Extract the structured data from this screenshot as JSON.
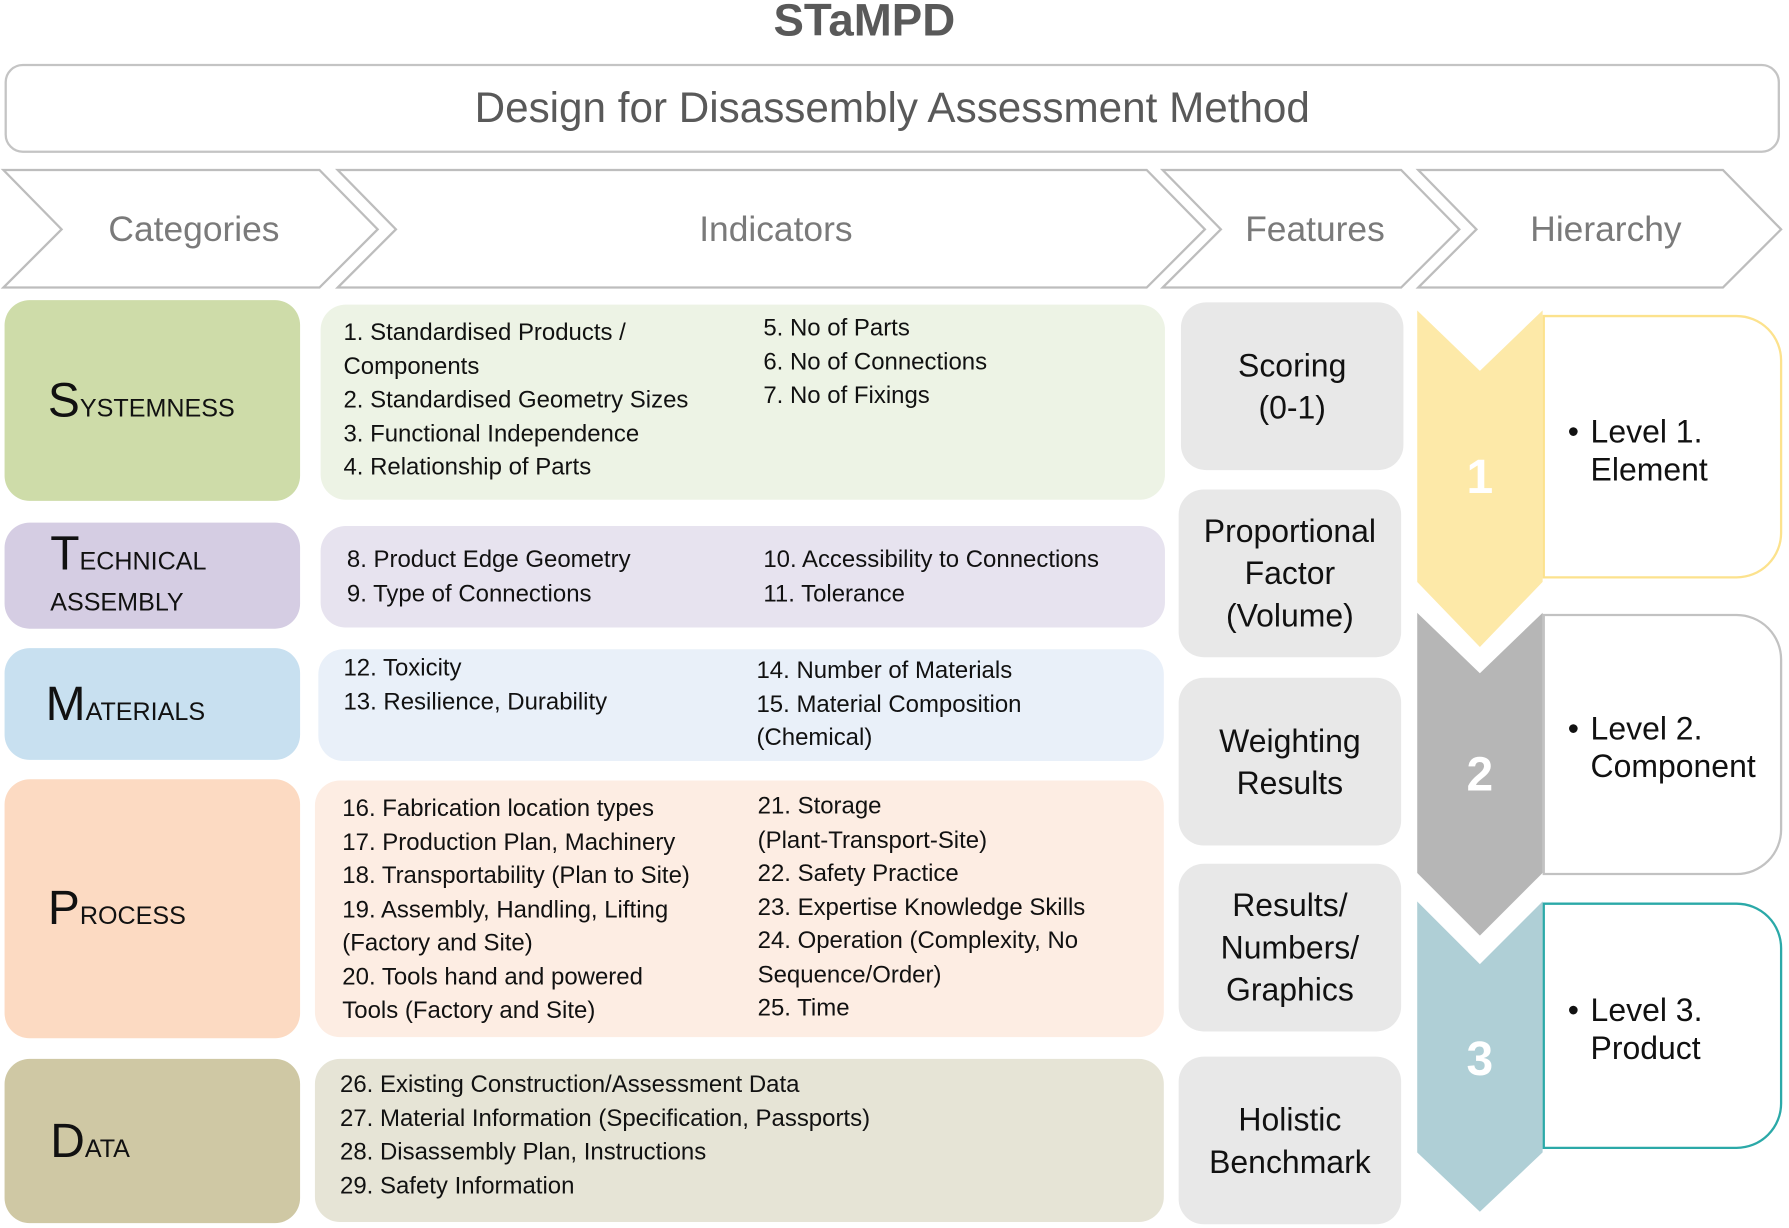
{
  "title": "STaMPD",
  "subtitle": "Design for Disassembly Assessment Method",
  "headers": [
    "Categories",
    "Indicators",
    "Features",
    "Hierarchy"
  ],
  "categories": [
    {
      "first": "S",
      "rest": "ystemness",
      "color": "#cedca9",
      "ind_bg": "#edf3e5",
      "col1": "1. Standardised Products /\nComponents\n2. Standardised Geometry Sizes\n3. Functional Independence\n4. Relationship of Parts",
      "col2": "5. No of Parts\n6. No of Connections\n7. No of Fixings"
    },
    {
      "first": "T",
      "rest": "echnical\nassembly",
      "color": "#d5cde3",
      "ind_bg": "#e7e3ef",
      "col1": "8. Product Edge Geometry\n9. Type of Connections",
      "col2": "10. Accessibility to Connections\n11. Tolerance"
    },
    {
      "first": "M",
      "rest": "aterials",
      "color": "#c8e0f0",
      "ind_bg": "#e9f0f9",
      "col1": "12. Toxicity\n13. Resilience, Durability",
      "col2": "14. Number of Materials\n15. Material Composition\n(Chemical)"
    },
    {
      "first": "P",
      "rest": "rocess",
      "color": "#fcdac2",
      "ind_bg": "#fdede3",
      "col1": "16. Fabrication location types\n17. Production Plan, Machinery\n18. Transportability (Plan to Site)\n19. Assembly, Handling, Lifting\n(Factory and Site)\n20. Tools hand and powered\nTools (Factory and Site)",
      "col2": "21. Storage\n (Plant-Transport-Site)\n22. Safety Practice\n23. Expertise Knowledge Skills\n24. Operation (Complexity, No\nSequence/Order)\n25. Time"
    },
    {
      "first": "D",
      "rest": "ata",
      "color": "#cfc8a4",
      "ind_bg": "#e6e4d6",
      "col1": "26. Existing Construction/Assessment Data\n27. Material Information (Specification, Passports)\n28. Disassembly Plan, Instructions\n29. Safety Information",
      "col2": ""
    }
  ],
  "features": [
    "Scoring\n(0-1)",
    "Proportional\nFactor\n(Volume)",
    "Weighting\nResults",
    "Results/\nNumbers/\nGraphics",
    "Holistic\nBenchmark"
  ],
  "hierarchy": [
    {
      "num": "1",
      "line1": "Level 1.",
      "line2": "Element",
      "color": "#fde9a8",
      "border": "#fce28d"
    },
    {
      "num": "2",
      "line1": "Level 2.",
      "line2": "Component",
      "color": "#b6b6b6",
      "border": "#c2c2c2"
    },
    {
      "num": "3",
      "line1": "Level 3.",
      "line2": "Product",
      "color": "#afcfd6",
      "border": "#2ba9a8"
    }
  ]
}
